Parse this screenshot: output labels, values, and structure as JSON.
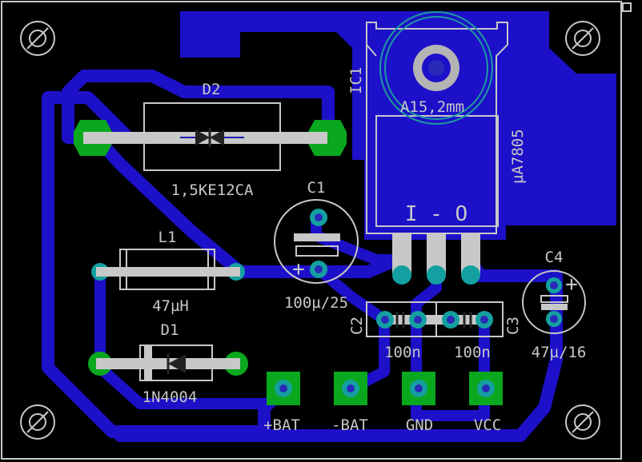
{
  "colors": {
    "background": "#000000",
    "copper": "#1c10c8",
    "silkscreen": "#c8c8c8",
    "pad_top": "#0aa81e",
    "pad_via": "#14a0a0",
    "drill": "#2a2ab8"
  },
  "components": {
    "d2": {
      "name": "D2",
      "value": "1,5KE12CA"
    },
    "l1": {
      "name": "L1",
      "value": "47µH"
    },
    "d1": {
      "name": "D1",
      "value": "1N4004"
    },
    "c1": {
      "name": "C1",
      "value": "100µ/25",
      "polarity": "+"
    },
    "ic1": {
      "name": "IC1",
      "value": "µA7805",
      "heatsink_label": "A15,2mm",
      "pin_label": "I - O"
    },
    "c2": {
      "name": "C2",
      "value": "100n"
    },
    "c3": {
      "name": "C3",
      "value": "100n"
    },
    "c4": {
      "name": "C4",
      "value": "47µ/16",
      "polarity": "+"
    }
  },
  "connectors": [
    {
      "label": "+BAT"
    },
    {
      "label": "-BAT"
    },
    {
      "label": "GND"
    },
    {
      "label": "VCC"
    }
  ]
}
